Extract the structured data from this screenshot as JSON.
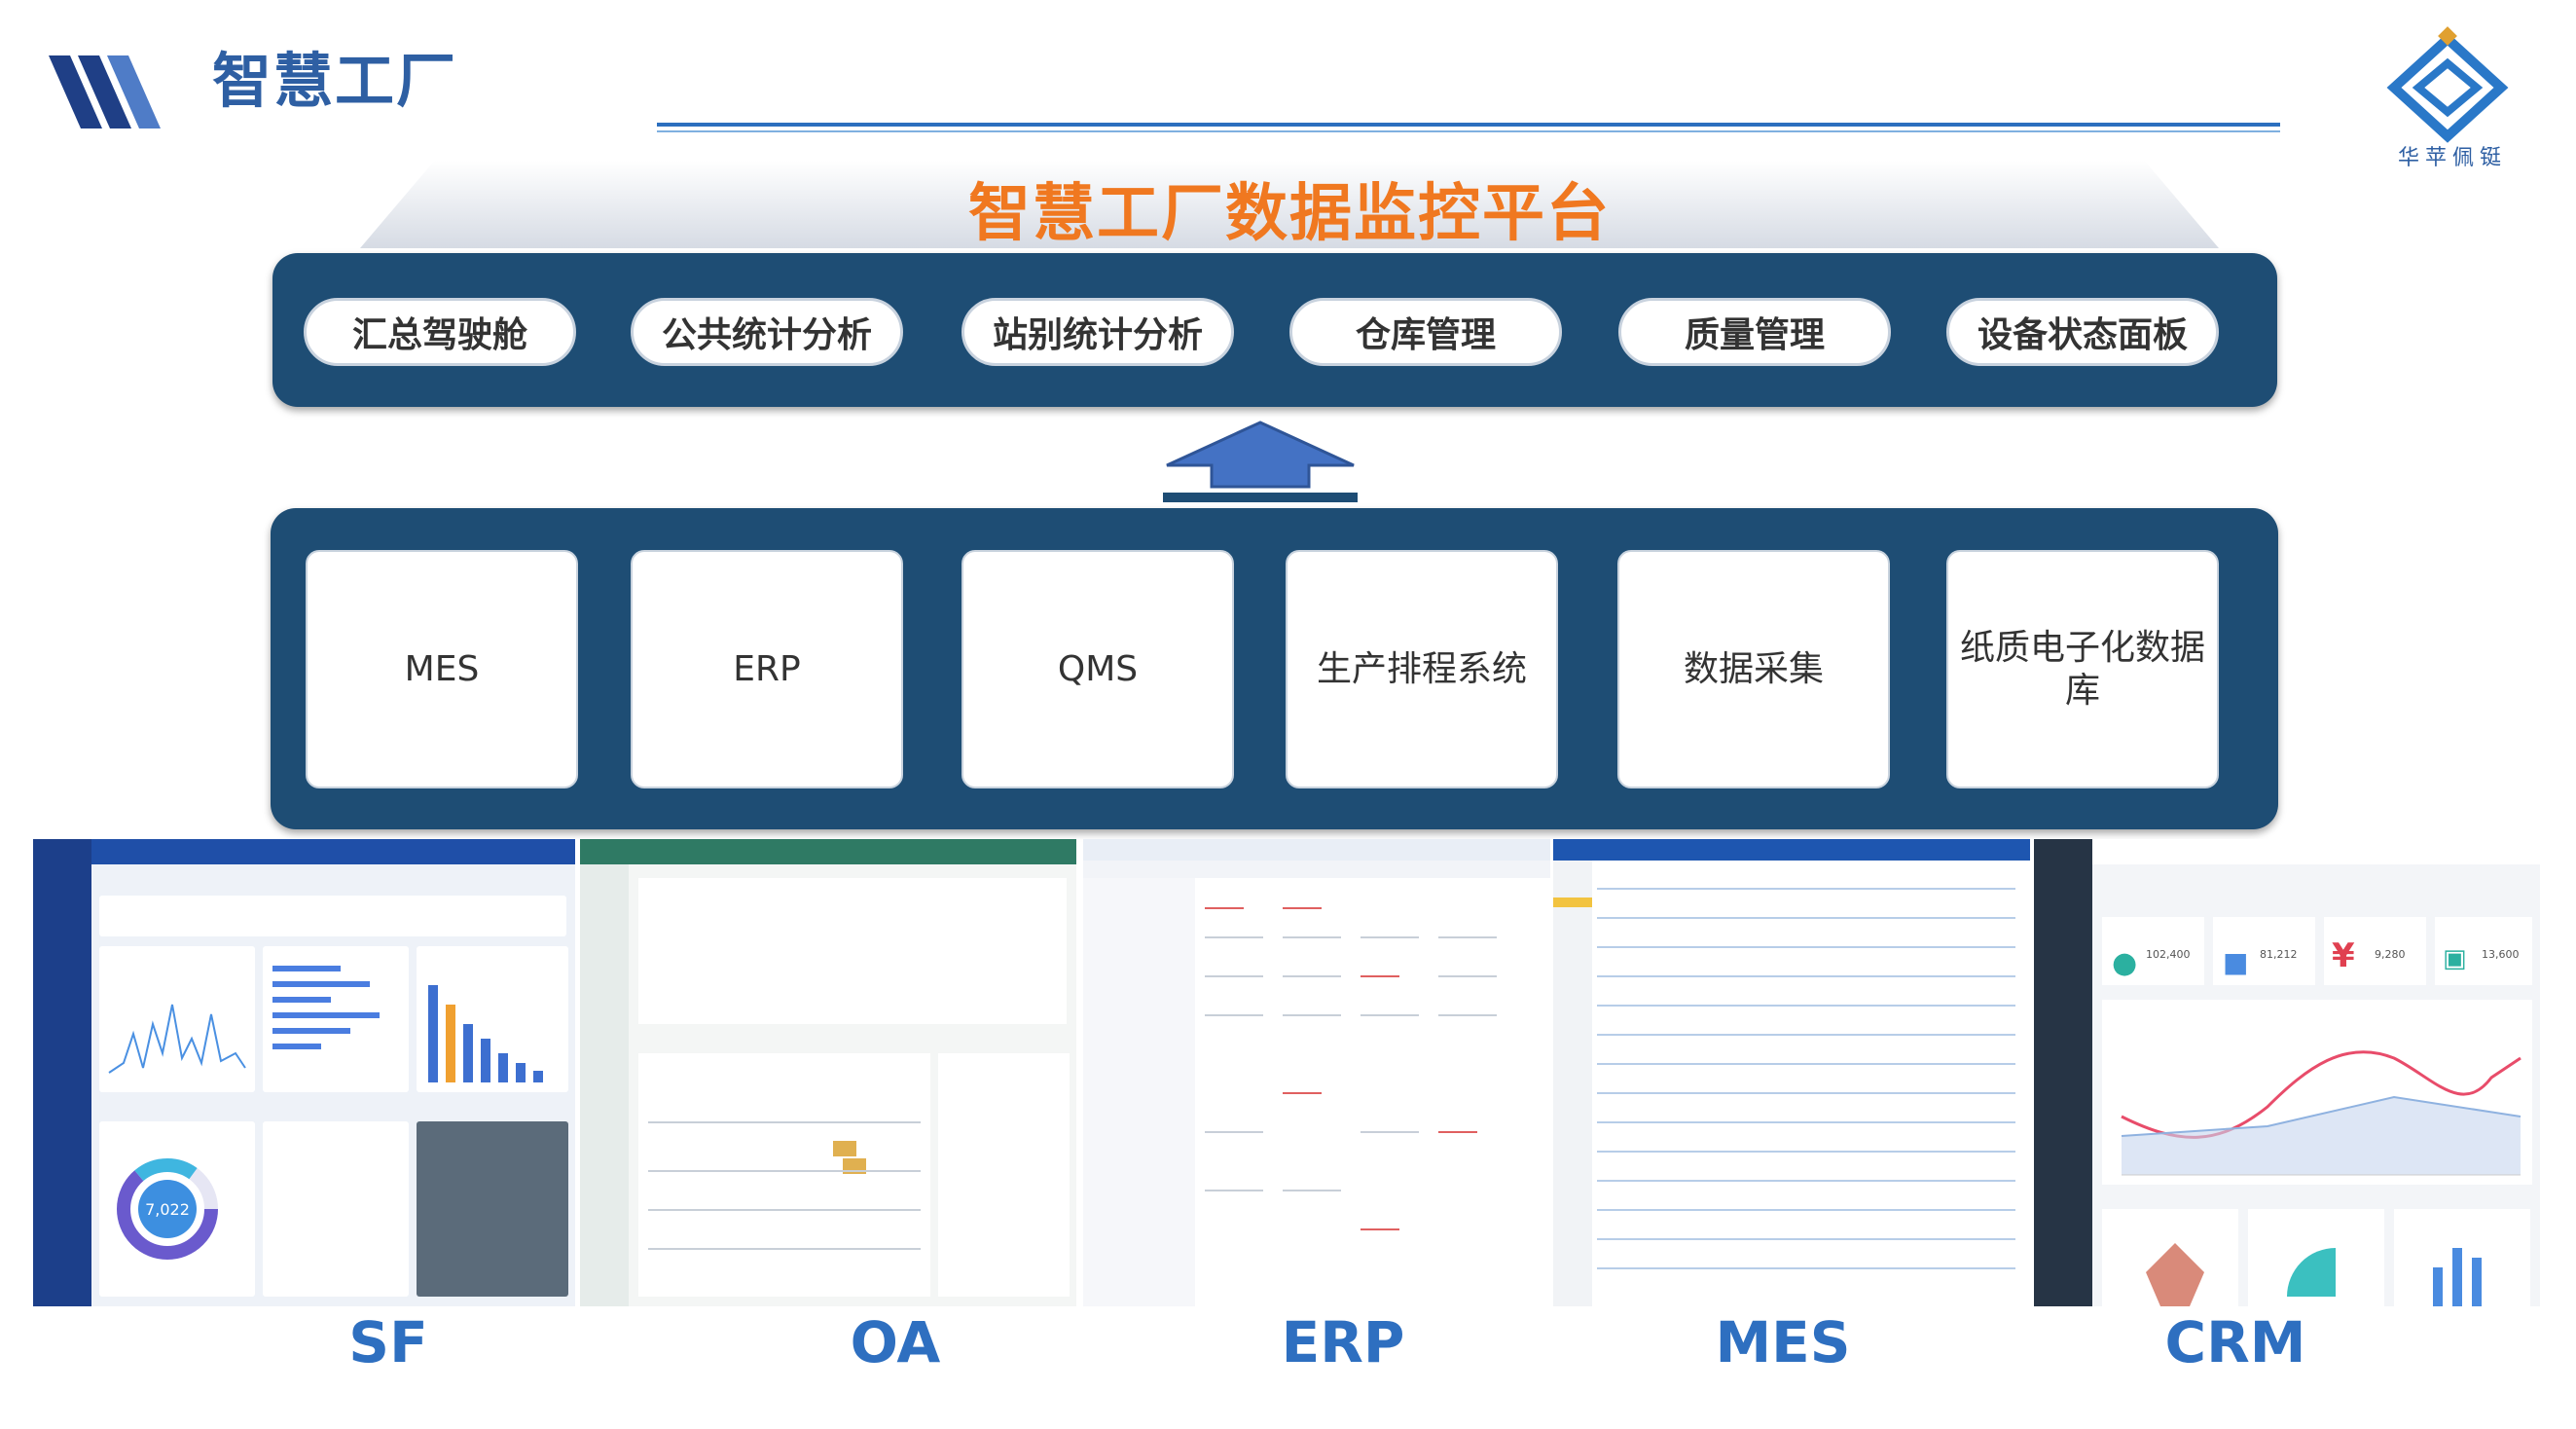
{
  "header": {
    "title": "智慧工厂",
    "brand_text": "华苹佩铤"
  },
  "platform": {
    "title": "智慧工厂数据监控平台",
    "modules": [
      "汇总驾驶舱",
      "公共统计分析",
      "站别统计分析",
      "仓库管理",
      "质量管理",
      "设备状态面板"
    ]
  },
  "systems": [
    "MES",
    "ERP",
    "QMS",
    "生产排程系统",
    "数据采集",
    "纸质电子化数据库"
  ],
  "screenshots": {
    "labels": [
      "SF",
      "OA",
      "ERP",
      "MES",
      "CRM"
    ],
    "sf_donut_value": "7,022",
    "crm_values": [
      "102,400",
      "81,212",
      "9,280",
      "13,600"
    ]
  },
  "colors": {
    "panel": "#1e4d74",
    "title_orange": "#f07820",
    "header_blue": "#2e5fa3",
    "arrow_blue": "#4472c4",
    "label_blue": "#2e6fc0"
  }
}
